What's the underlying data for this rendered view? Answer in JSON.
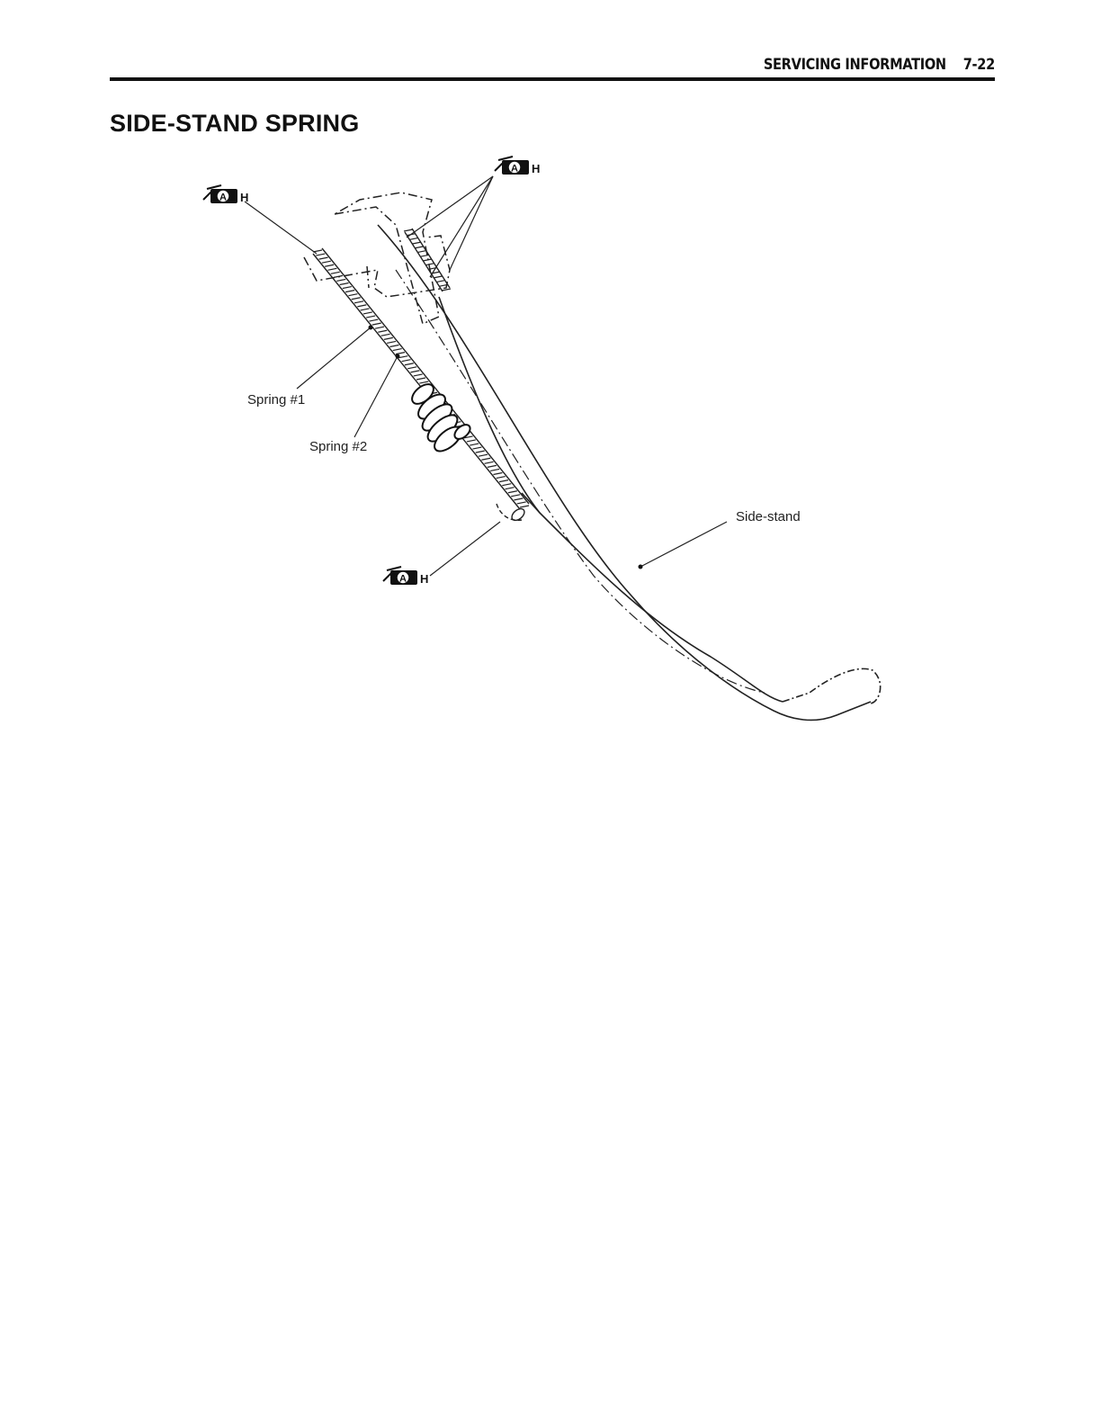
{
  "header": {
    "section": "SERVICING INFORMATION",
    "page": "7-22"
  },
  "title": "SIDE-STAND SPRING",
  "figure": {
    "labels": {
      "spring1": "Spring #1",
      "spring2": "Spring #2",
      "sidestand": "Side-stand"
    },
    "grease_symbol_letter": "A",
    "grease_symbol_suffix": "H"
  }
}
